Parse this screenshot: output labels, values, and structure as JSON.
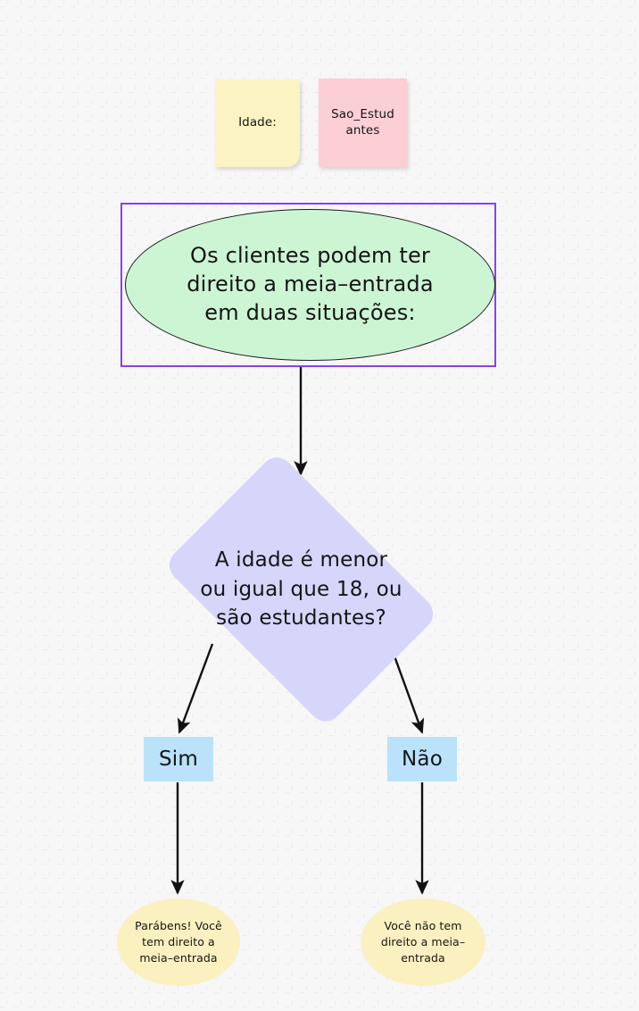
{
  "canvas": {
    "background_color": "#f7f7f7",
    "grid": "dot-cross-grid"
  },
  "sticky_notes": [
    {
      "id": "idade",
      "label": "Idade:",
      "color": "#fbf3c3"
    },
    {
      "id": "sao_estudantes",
      "label": "Sao_Estud\nantes",
      "color": "#fccfd5"
    }
  ],
  "selection": {
    "color": "#8c3ff0",
    "target": "start-ellipse"
  },
  "nodes": {
    "start": {
      "label": "Os clientes podem ter\ndireito a meia–entrada\nem duas situações:",
      "color": "#ccf5d4",
      "shape": "ellipse"
    },
    "decision": {
      "label": "A idade é menor\nou igual que 18, ou\nsão estudantes?",
      "color": "#d6d6fb",
      "shape": "diamond"
    },
    "branch_yes": {
      "label": "Sim",
      "color": "#bae3fb",
      "shape": "rectangle"
    },
    "branch_no": {
      "label": "Não",
      "color": "#bae3fb",
      "shape": "rectangle"
    },
    "terminal_yes": {
      "label": "Parábens! Você\ntem direito a\nmeia–entrada",
      "color": "#fbf0c0",
      "shape": "ellipse"
    },
    "terminal_no": {
      "label": "Você não tem\ndireito a meia–\nentrada",
      "color": "#fbf0c0",
      "shape": "ellipse"
    }
  },
  "edges": [
    {
      "from": "start",
      "to": "decision",
      "style": "arrow"
    },
    {
      "from": "decision",
      "to": "branch_yes",
      "style": "arrow"
    },
    {
      "from": "decision",
      "to": "branch_no",
      "style": "arrow"
    },
    {
      "from": "branch_yes",
      "to": "terminal_yes",
      "style": "arrow"
    },
    {
      "from": "branch_no",
      "to": "terminal_no",
      "style": "arrow"
    }
  ],
  "edge_color": "#111111"
}
